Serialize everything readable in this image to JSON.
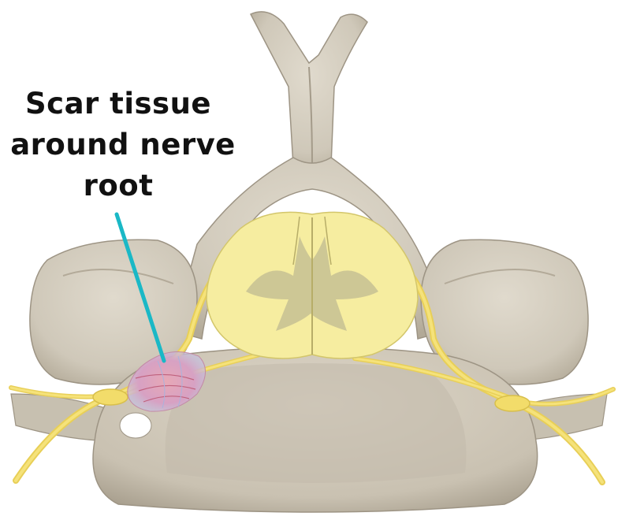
{
  "annotation": {
    "lines": [
      "Scar tissue",
      "around nerve",
      "root"
    ]
  },
  "colors": {
    "bone": "#d3ccbe",
    "bone_shadow": "#aaa190",
    "bone_dark": "#8f8676",
    "spinal_cord": "#f6eda0",
    "gray_matter": "#c9c294",
    "nerve": "#f0d860",
    "scar": "#d58aa0",
    "pointer": "#1ab8c6",
    "text": "#111111"
  },
  "icons": [
    "vertebra-illustration",
    "spinal-cord-illustration",
    "scar-tissue-illustration"
  ]
}
